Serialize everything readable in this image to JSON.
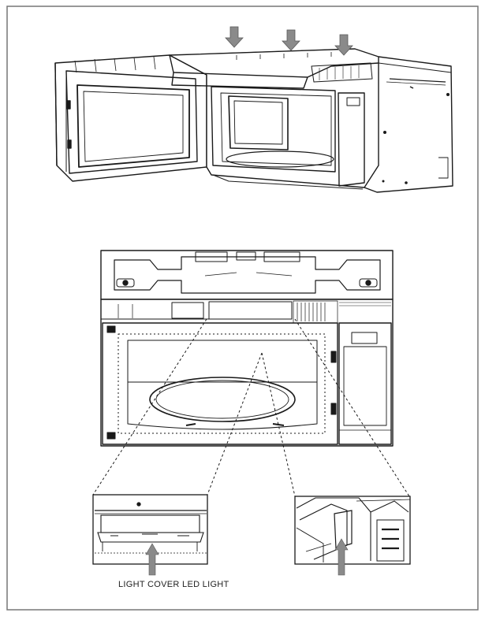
{
  "figure": {
    "caption": "LIGHT COVER LED LIGHT",
    "colors": {
      "line": "#1a1a1a",
      "arrow": "#8a8a8a",
      "arrow_outline": "#5a5a5a",
      "frame": "#777777",
      "background": "#ffffff"
    },
    "views": [
      "open-microwave-perspective",
      "microwave-front-elevation",
      "light-cover-detail",
      "led-light-detail"
    ],
    "icons": [
      "down-arrow-icon",
      "up-arrow-icon"
    ]
  }
}
